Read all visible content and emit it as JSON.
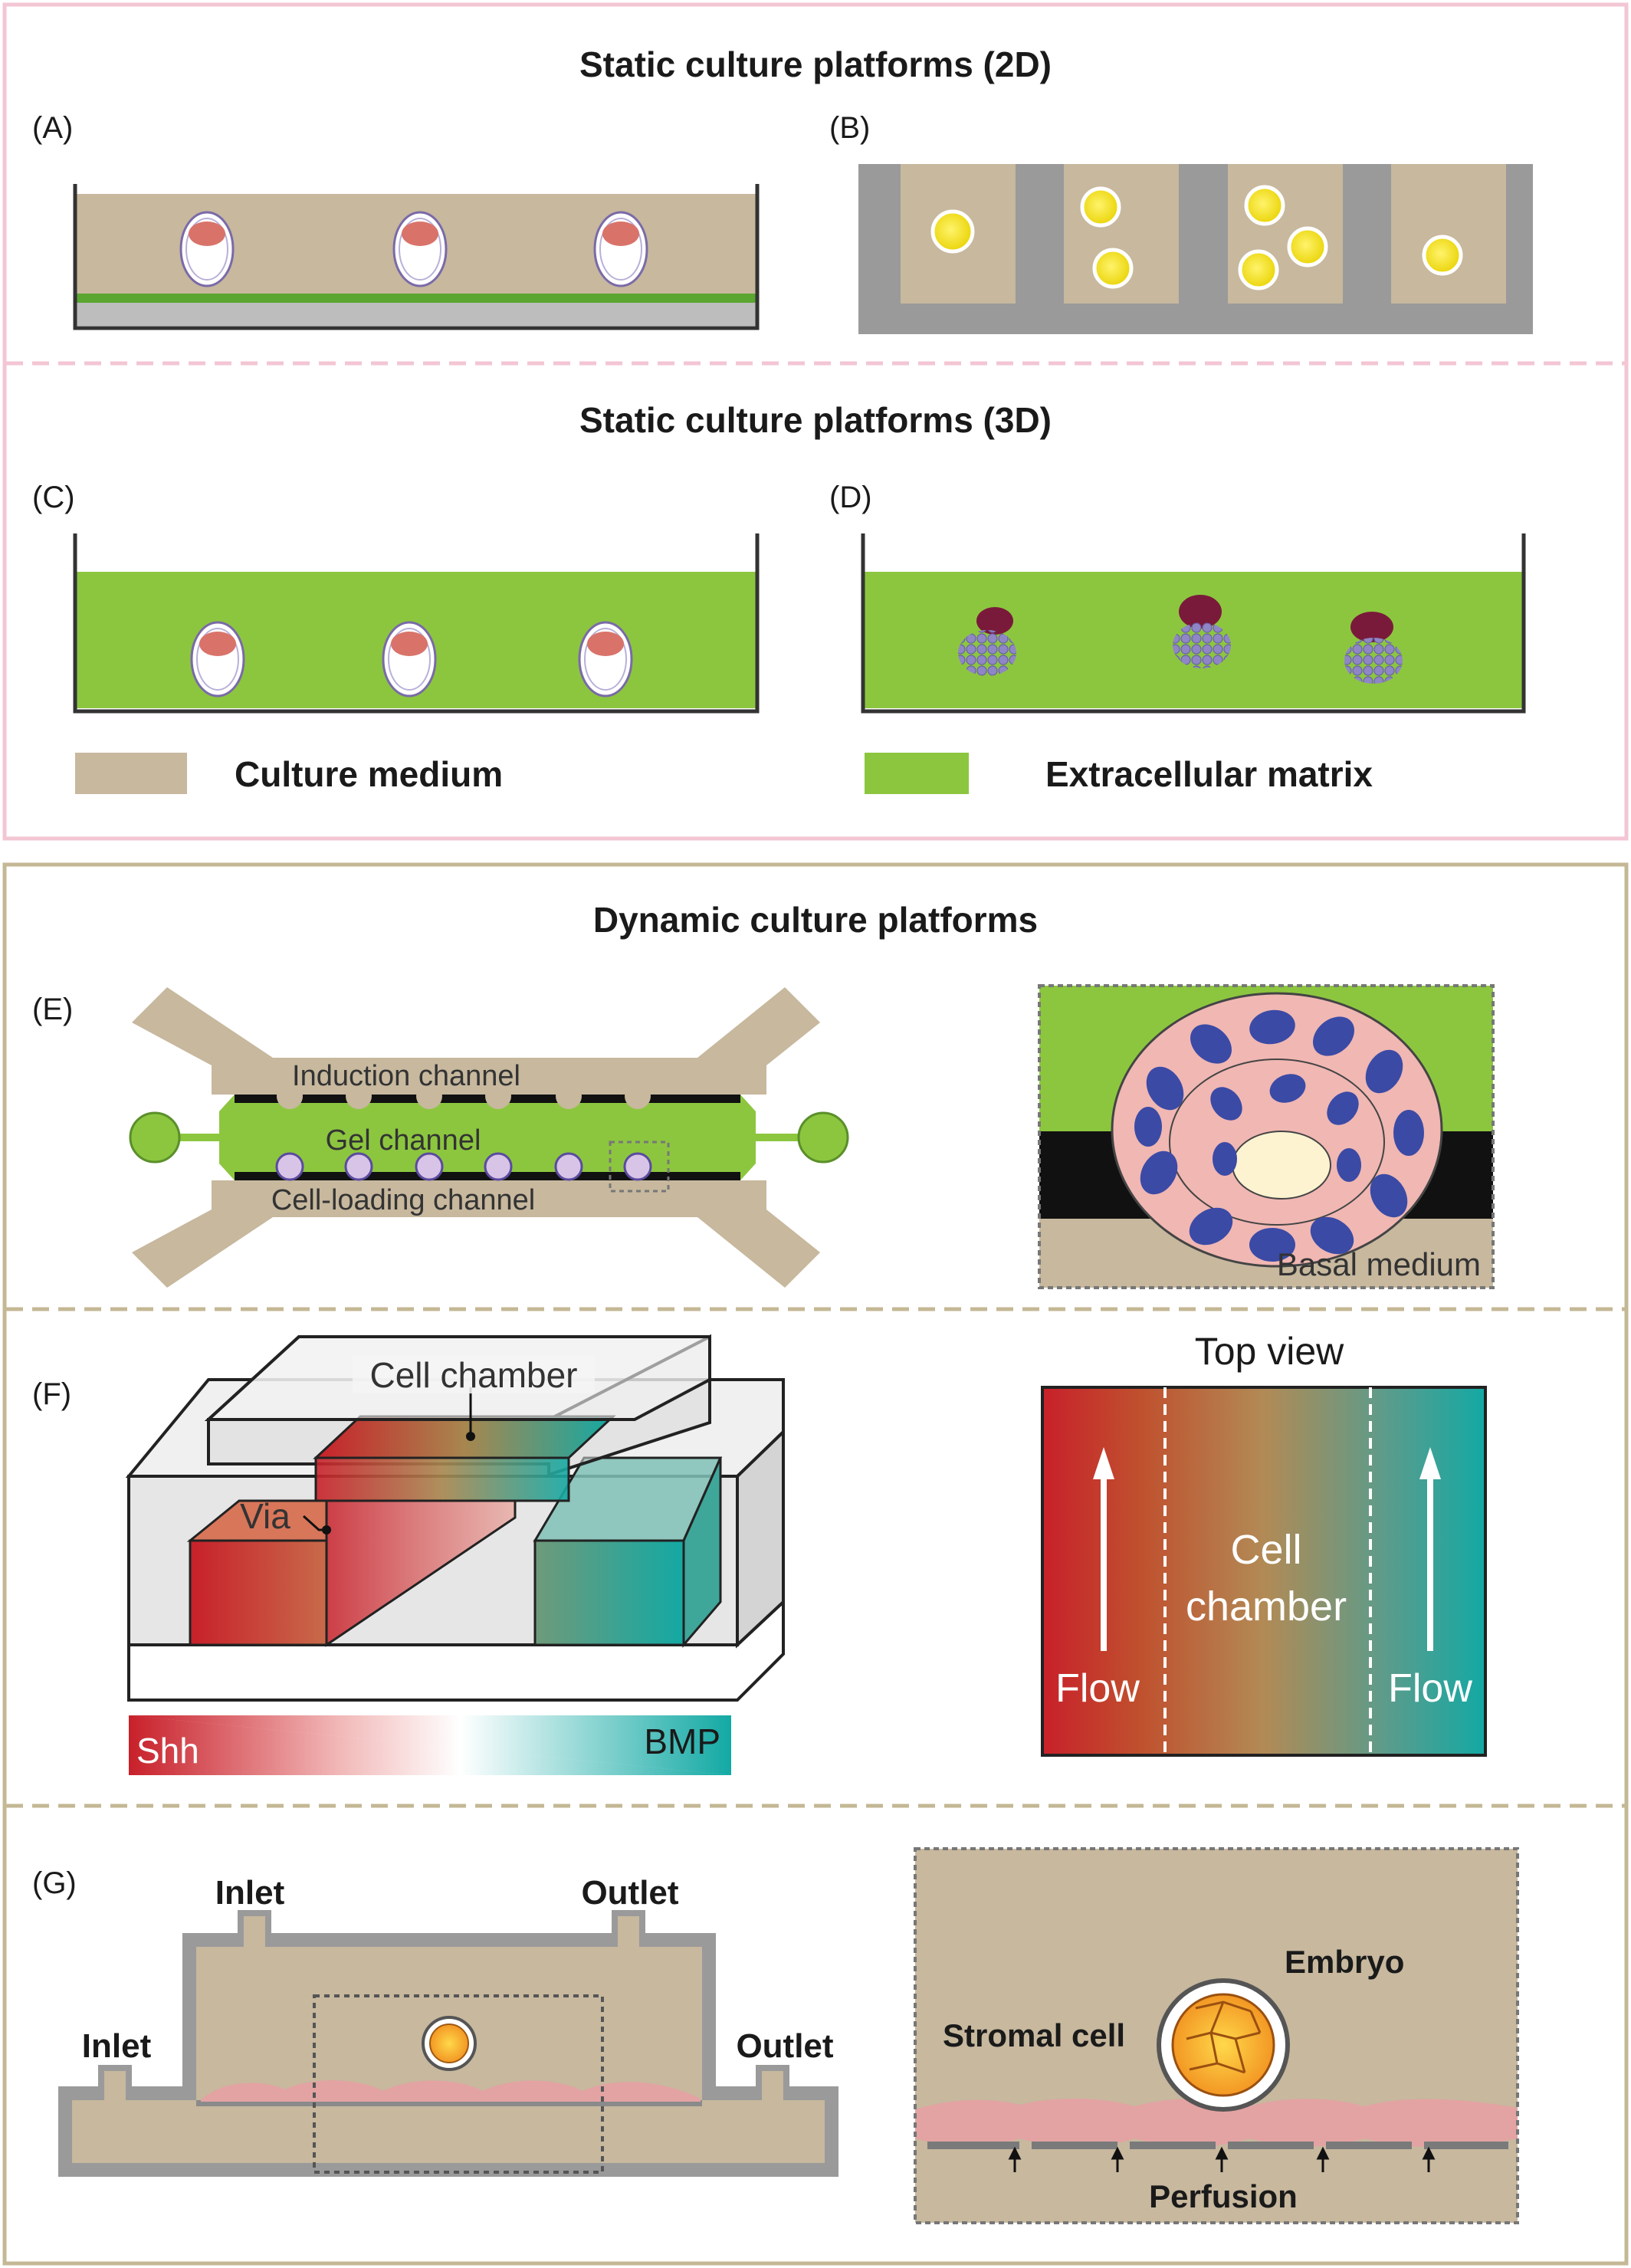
{
  "colors": {
    "static_border": "#f3c6d3",
    "dynamic_border": "#c4b895",
    "culture_medium": "#c7b89e",
    "extracellular_matrix": "#8cc63f",
    "plate_gray": "#9a9a9a",
    "cell_pink": "#eab0b4",
    "nucleus_blue": "#3b4aa5",
    "shh_red": "#c8202a",
    "bmp_teal": "#13a9a4",
    "yolk": "#f5e400",
    "embryo_orange": "#f5a623"
  },
  "static_2d": {
    "title": "Static culture platforms (2D)",
    "label_a": "(A)",
    "label_b": "(B)"
  },
  "static_3d": {
    "title": "Static culture platforms (3D)",
    "label_c": "(C)",
    "label_d": "(D)"
  },
  "legend": {
    "culture_medium": "Culture medium",
    "extracellular_matrix": "Extracellular matrix"
  },
  "dynamic": {
    "title": "Dynamic culture platforms",
    "label_e": "(E)",
    "label_f": "(F)",
    "label_g": "(G)",
    "e": {
      "induction_channel": "Induction channel",
      "gel_channel": "Gel channel",
      "cell_loading_channel": "Cell-loading channel",
      "basal_medium": "Basal medium"
    },
    "f": {
      "cell_chamber": "Cell chamber",
      "via": "Via",
      "shh": "Shh",
      "bmp": "BMP",
      "top_view": "Top view",
      "cell_chamber_line1": "Cell",
      "cell_chamber_line2": "chamber",
      "flow_left": "Flow",
      "flow_right": "Flow"
    },
    "g": {
      "inlet_top": "Inlet",
      "outlet_top": "Outlet",
      "inlet_side": "Inlet",
      "outlet_side": "Outlet",
      "embryo": "Embryo",
      "stromal_cell": "Stromal cell",
      "perfusion": "Perfusion"
    }
  }
}
